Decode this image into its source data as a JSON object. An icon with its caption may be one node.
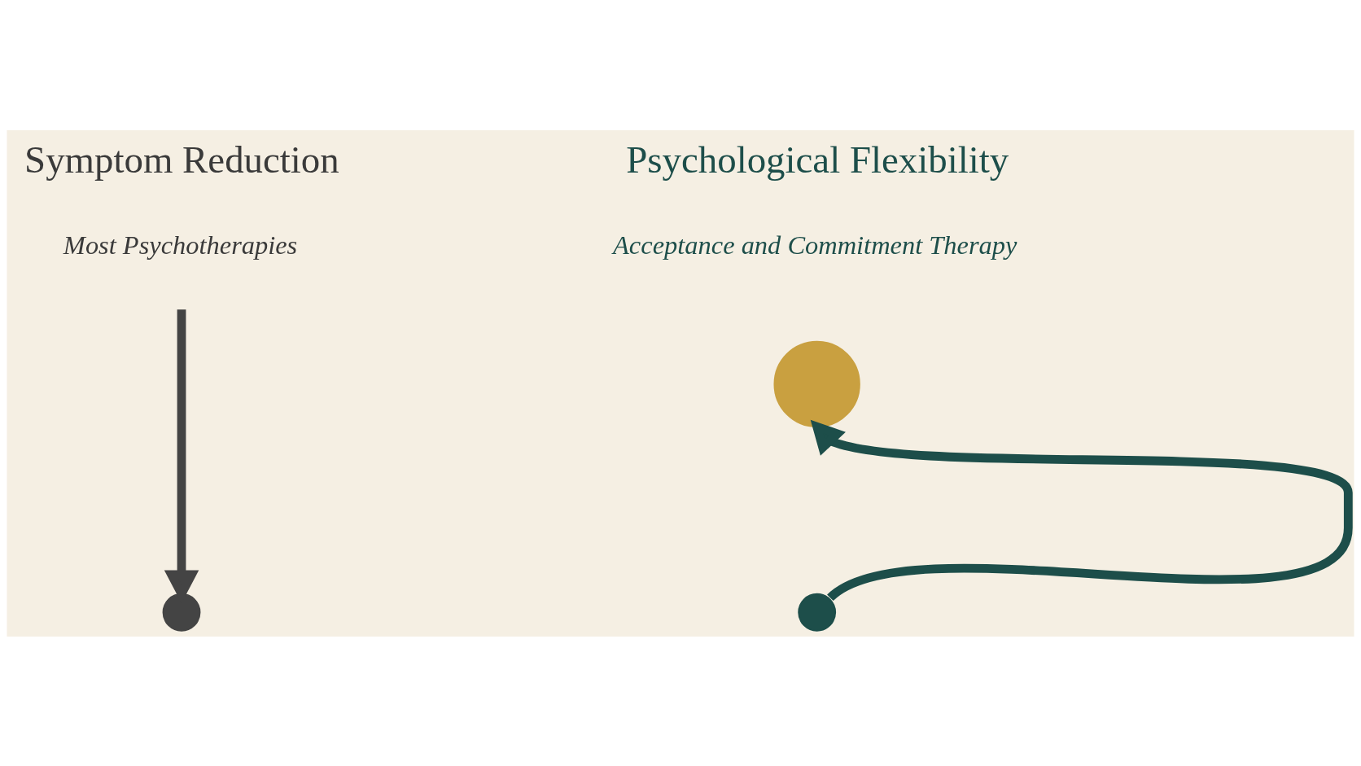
{
  "diagram": {
    "nodes": [
      {
        "text": [],
        "shape": "circle"
      },
      {
        "text": [],
        "shape": "circle"
      },
      {
        "text": [],
        "shape": "circle"
      }
    ],
    "edges": [
      {
        "from": null,
        "to": 0,
        "arrow": "to",
        "color": "#444444"
      },
      {
        "from": 1,
        "to": 2,
        "arrow": "to",
        "color": "#1d4e4a"
      }
    ],
    "labels": [
      "Symptom Reduction",
      "Most Psychotherapies",
      "Psychological Flexibility",
      "Acceptance and Commitment Therapy"
    ]
  }
}
